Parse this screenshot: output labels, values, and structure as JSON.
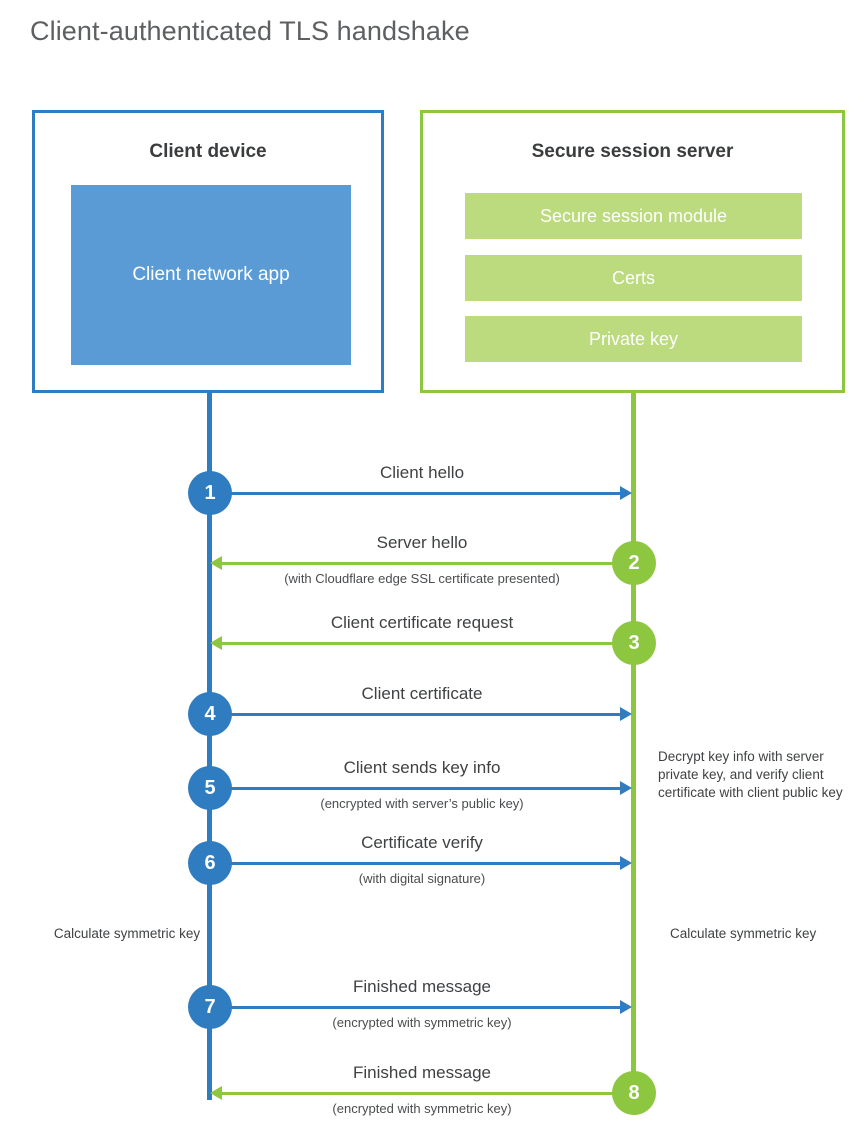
{
  "title": "Client-authenticated TLS handshake",
  "colors": {
    "blue_border": "#2f7cc0",
    "blue_fill": "#5b9bd5",
    "green_border": "#8dc63f",
    "green_fill": "#bcda7e",
    "text": "#3f4143",
    "title_text": "#5d5f61"
  },
  "client": {
    "title": "Client device",
    "app_label": "Client network app"
  },
  "server": {
    "title": "Secure session server",
    "items": [
      {
        "label": "Secure session module"
      },
      {
        "label": "Certs"
      },
      {
        "label": "Private key"
      }
    ]
  },
  "messages": [
    {
      "step": "1",
      "label": "Client hello",
      "sublabel": "",
      "direction": "client-to-server",
      "color": "blue"
    },
    {
      "step": "2",
      "label": "Server hello",
      "sublabel": "(with Cloudflare edge SSL certificate presented)",
      "direction": "server-to-client",
      "color": "green"
    },
    {
      "step": "3",
      "label": "Client certificate request",
      "sublabel": "",
      "direction": "server-to-client",
      "color": "green"
    },
    {
      "step": "4",
      "label": "Client certificate",
      "sublabel": "",
      "direction": "client-to-server",
      "color": "blue"
    },
    {
      "step": "5",
      "label": "Client sends key info",
      "sublabel": "(encrypted with server’s public key)",
      "direction": "client-to-server",
      "color": "blue"
    },
    {
      "step": "6",
      "label": "Certificate verify",
      "sublabel": "(with digital signature)",
      "direction": "client-to-server",
      "color": "blue"
    },
    {
      "step": "7",
      "label": "Finished message",
      "sublabel": "(encrypted with symmetric key)",
      "direction": "client-to-server",
      "color": "blue"
    },
    {
      "step": "8",
      "label": "Finished message",
      "sublabel": "(encrypted with symmetric key)",
      "direction": "server-to-client",
      "color": "green"
    }
  ],
  "notes": {
    "decrypt": "Decrypt key info with server private key, and verify client certificate with client public key",
    "client_symmetric": "Calculate symmetric key",
    "server_symmetric": "Calculate symmetric key"
  }
}
